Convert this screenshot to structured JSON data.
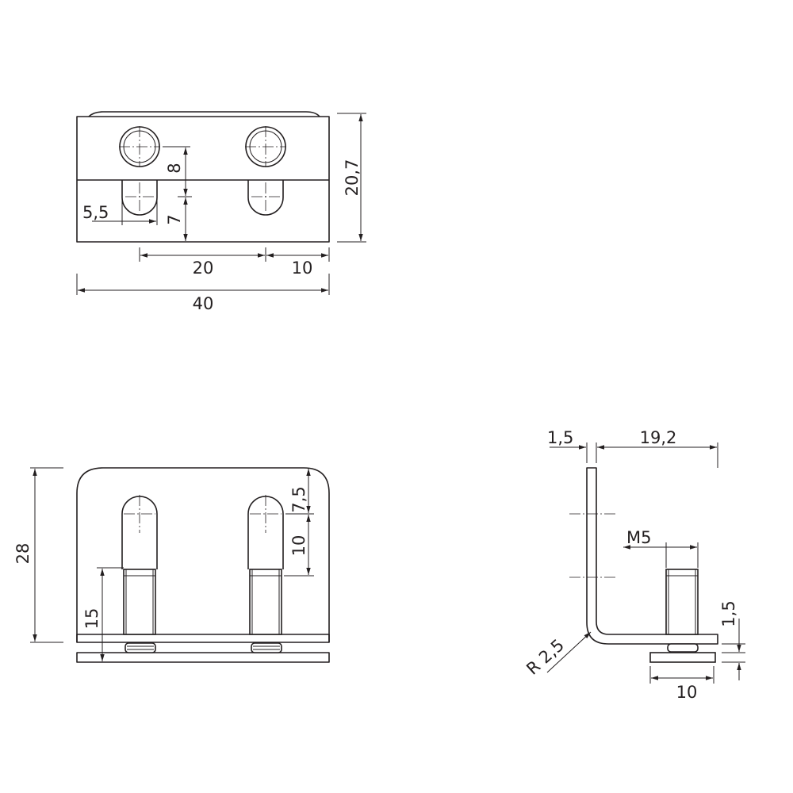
{
  "dimensions": {
    "top_height": "20,7",
    "top_slot_upper": "8",
    "top_slot_lower": "7",
    "top_slot_width": "5,5",
    "top_pitch": "20",
    "top_edge_offset": "10",
    "top_total_width": "40",
    "front_height": "28",
    "front_pin_height": "15",
    "front_slot_top": "7,5",
    "front_slot_length": "10",
    "side_thickness": "1,5",
    "side_depth": "19,2",
    "side_thread": "M5",
    "side_radius": "R 2,5",
    "side_washer_thickness": "1,5",
    "side_pin_offset": "10"
  }
}
